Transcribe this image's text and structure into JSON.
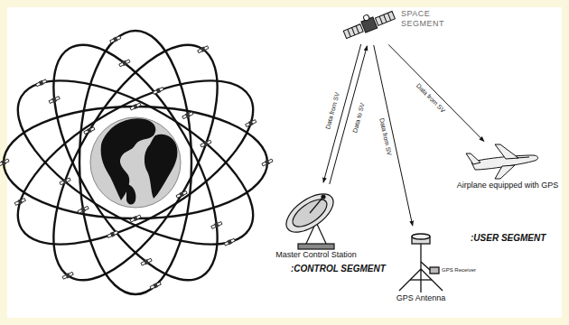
{
  "diagram": {
    "nodes": [
      {
        "text": [
          "SPACE SEGMENT"
        ]
      },
      {
        "text": [
          "Master Control Station"
        ]
      },
      {
        "text": [
          "GPS Antenna"
        ]
      },
      {
        "text": [
          "Airplane equipped with GPS"
        ]
      }
    ],
    "edges": [
      {
        "from": 1,
        "to": 0,
        "arrow": "to",
        "label": "Data to SV"
      },
      {
        "from": 0,
        "to": 1,
        "arrow": "to",
        "label": "Data from SV"
      },
      {
        "from": 0,
        "to": 2,
        "arrow": "to",
        "label": "Data from SV"
      },
      {
        "from": 0,
        "to": 3,
        "arrow": "to",
        "label": "Data from SV"
      }
    ],
    "labels": [
      ":CONTROL SEGMENT",
      ":USER SEGMENT",
      "GPS Receiver"
    ]
  }
}
